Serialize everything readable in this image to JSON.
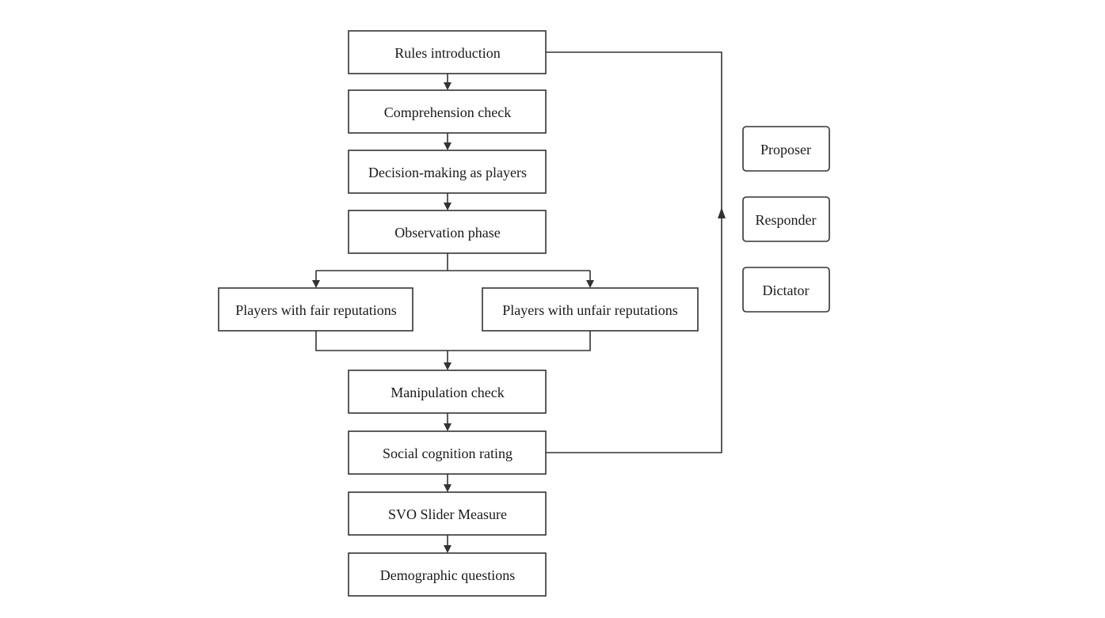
{
  "flow": {
    "rules_introduction": "Rules introduction",
    "comprehension_check": "Comprehension check",
    "decision_making": "Decision-making as players",
    "observation_phase": "Observation phase",
    "fair_players": "Players with fair reputations",
    "unfair_players": "Players with unfair reputations",
    "manipulation_check": "Manipulation check",
    "social_cognition_rating": "Social cognition rating",
    "svo_slider_measure": "SVO Slider Measure",
    "demographic_questions": "Demographic questions"
  },
  "roles": {
    "proposer": "Proposer",
    "responder": "Responder",
    "dictator": "Dictator"
  },
  "colors": {
    "stroke": "#333333",
    "text": "#1a1a1a",
    "background": "#ffffff"
  }
}
